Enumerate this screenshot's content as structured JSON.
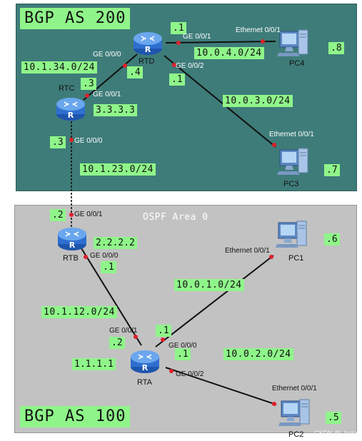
{
  "areas": {
    "as200": "BGP AS 200",
    "as100": "BGP AS 100",
    "ospf": "OSPF Area 0"
  },
  "devices": {
    "rtd": "RTD",
    "rtc": "RTC",
    "rtb": "RTB",
    "rta": "RTA",
    "pc1": "PC1",
    "pc2": "PC2",
    "pc3": "PC3",
    "pc4": "PC4"
  },
  "router_ids": {
    "rtc": "3.3.3.3",
    "rtb": "2.2.2.2",
    "rta": "1.1.1.1"
  },
  "networks": {
    "rtd_pc4": "10.0.4.0/24",
    "rtd_rtc": "10.1.34.0/24",
    "rtd_pc3": "10.0.3.0/24",
    "rtc_rtb": "10.1.23.0/24",
    "rta_pc1": "10.0.1.0/24",
    "rtb_rta": "10.1.12.0/24",
    "rta_pc2": "10.0.2.0/24"
  },
  "host_ids": {
    "rtd_g001": ".1",
    "rtd_g000": ".4",
    "rtd_g002": ".1",
    "pc4": ".8",
    "rtc_g001": ".3",
    "rtc_g000": ".3",
    "pc3": ".7",
    "rtb_g001": ".2",
    "rtb_g000": ".1",
    "pc1": ".6",
    "rta_g001": ".2",
    "rta_g000": ".1",
    "rta_g002": ".1",
    "pc2": ".5"
  },
  "ports": {
    "rtd_g001": "GE 0/0/1",
    "rtd_g000": "GE 0/0/0",
    "rtd_g002": "GE 0/0/2",
    "pc4_eth": "Ethernet 0/0/1",
    "rtc_g001": "GE 0/0/1",
    "rtc_g000": "GE 0/0/0",
    "pc3_eth": "Ethernet 0/0/1",
    "rtb_g001": "GE 0/0/1",
    "rtb_g000": "GE 0/0/0",
    "pc1_eth": "Ethernet 0/0/1",
    "rta_g001": "GE 0/0/1",
    "rta_g000": "GE 0/0/0",
    "rta_g002": "GE 0/0/2",
    "pc2_eth": "Ethernet 0/0/1"
  },
  "watermark": "CSDN @_helys",
  "colors": {
    "as200_bg": "#3e7c79",
    "as100_bg": "#c2c2c2",
    "label_bg": "#8ff58a",
    "router_blue": "#2e6fcf",
    "endpoint_red": "#e0202a"
  }
}
